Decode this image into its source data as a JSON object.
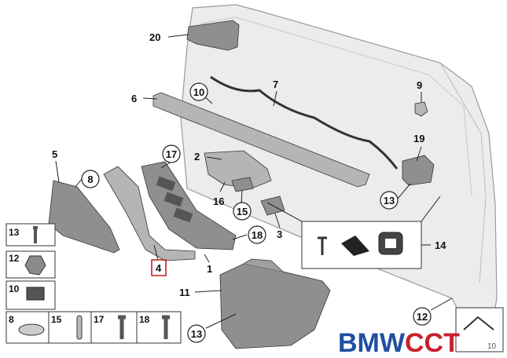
{
  "diagram": {
    "callouts": [
      "20",
      "7",
      "6",
      "10",
      "9",
      "19",
      "5",
      "8",
      "17",
      "2",
      "16",
      "15",
      "13",
      "3",
      "14",
      "18",
      "1",
      "4",
      "11",
      "13",
      "12",
      "13",
      "12",
      "10",
      "8",
      "15",
      "17",
      "18"
    ],
    "highlighted_label": "4",
    "legend_rows": [
      "13",
      "12",
      "10"
    ],
    "legend_bottom": [
      "8",
      "15",
      "17",
      "18"
    ],
    "watermark": "BMWCCT",
    "watermark_colors": [
      "#1e4fa0",
      "#c8202c"
    ],
    "corner_code": "10"
  }
}
